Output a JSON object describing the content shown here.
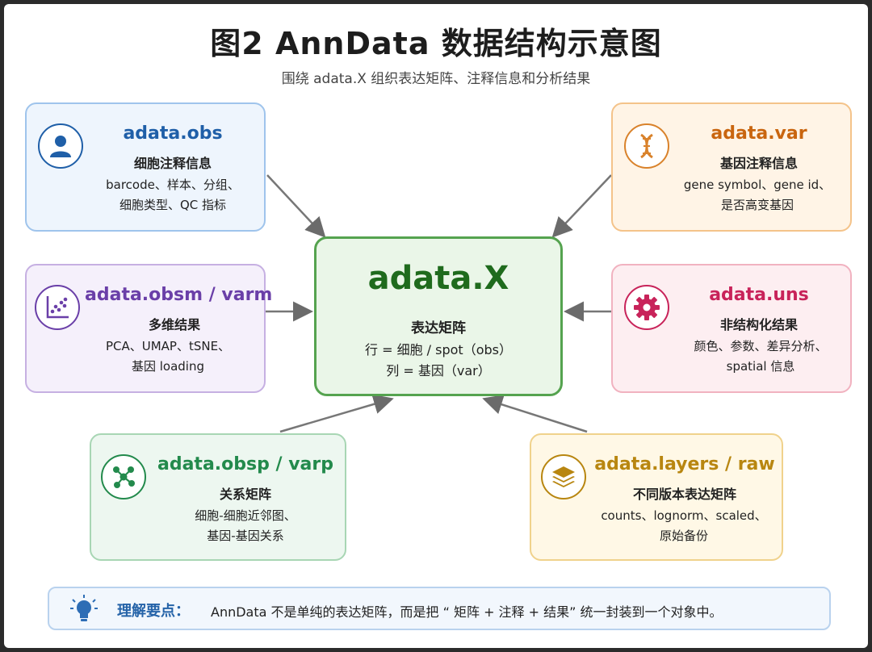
{
  "title": "图2   AnnData 数据结构示意图",
  "subtitle": "围绕 adata.X 组织表达矩阵、注释信息和分析结果",
  "center": {
    "name": "adata.X",
    "subtitle": "表达矩阵",
    "line1": "行 = 细胞 / spot（obs）",
    "line2": "列 = 基因（var）"
  },
  "cards": {
    "obs": {
      "name": "adata.obs",
      "subtitle": "细胞注释信息",
      "line1": "barcode、样本、分组、",
      "line2": "细胞类型、QC 指标",
      "color": "#1f5fa8",
      "icon": "person-icon"
    },
    "var": {
      "name": "adata.var",
      "subtitle": "基因注释信息",
      "line1": "gene symbol、gene id、",
      "line2": "是否高变基因",
      "color": "#c9650f",
      "icon": "dna-icon"
    },
    "obsm": {
      "name": "adata.obsm / varm",
      "subtitle": "多维结果",
      "line1": "PCA、UMAP、tSNE、",
      "line2": "基因 loading",
      "color": "#6a3fa8",
      "icon": "scatter-plot-icon"
    },
    "uns": {
      "name": "adata.uns",
      "subtitle": "非结构化结果",
      "line1": "颜色、参数、差异分析、",
      "line2": "spatial 信息",
      "color": "#c8235a",
      "icon": "gear-icon"
    },
    "obsp": {
      "name": "adata.obsp / varp",
      "subtitle": "关系矩阵",
      "line1": "细胞-细胞近邻图、",
      "line2": "基因-基因关系",
      "color": "#238a4c",
      "icon": "network-icon"
    },
    "layers": {
      "name": "adata.layers / raw",
      "subtitle": "不同版本表达矩阵",
      "line1": "counts、lognorm、scaled、",
      "line2": "原始备份",
      "color": "#b88610",
      "icon": "layers-icon"
    }
  },
  "tip": {
    "label": "理解要点：",
    "text": "AnnData 不是单纯的表达矩阵，而是把 “ 矩阵 + 注释 + 结果” 统一封装到一个对象中。",
    "icon": "lightbulb-icon"
  }
}
